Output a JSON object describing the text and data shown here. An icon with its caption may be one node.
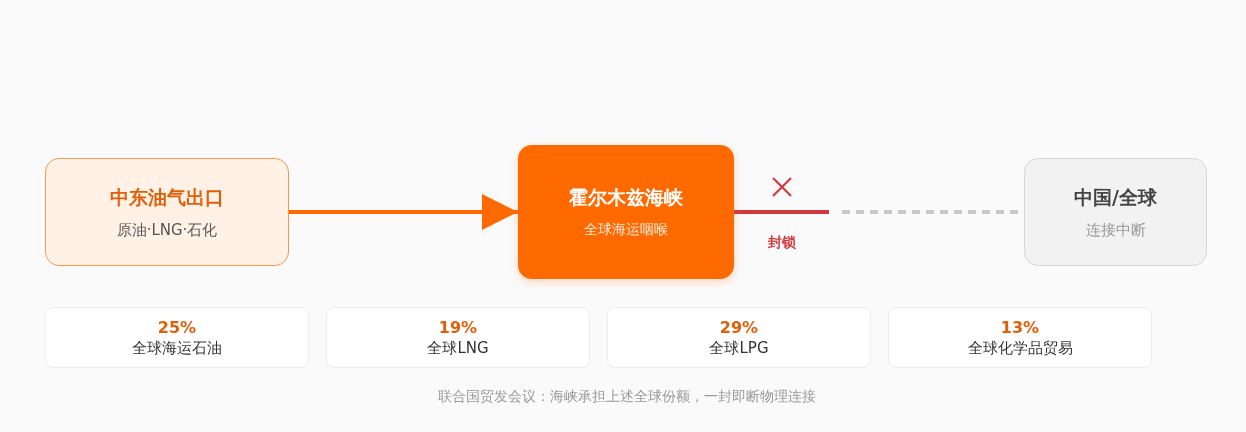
{
  "diagram": {
    "caption": "联合国贸发会议：海峡承担上述全球份额，一封即断物理连接",
    "nodes": [
      {
        "text": [
          "中东油气出口",
          "原油·LNG·石化"
        ]
      },
      {
        "text": [
          "霍尔木兹海峡",
          "全球海运咽喉"
        ]
      },
      {
        "text": [
          "中国/全球",
          "连接中断"
        ]
      },
      {
        "text": [
          "25%",
          "全球海运石油"
        ]
      },
      {
        "text": [
          "19%",
          "全球LNG"
        ]
      },
      {
        "text": [
          "29%",
          "全球LPG"
        ]
      },
      {
        "text": [
          "13%",
          "全球化学品贸易"
        ]
      }
    ],
    "edges": [
      {
        "from": 0,
        "to": 1,
        "arrow": "to"
      },
      {
        "from": 1,
        "to": 2,
        "arrow": "none",
        "label": "封锁",
        "style": "dashed",
        "color": "#d0393e"
      }
    ]
  }
}
